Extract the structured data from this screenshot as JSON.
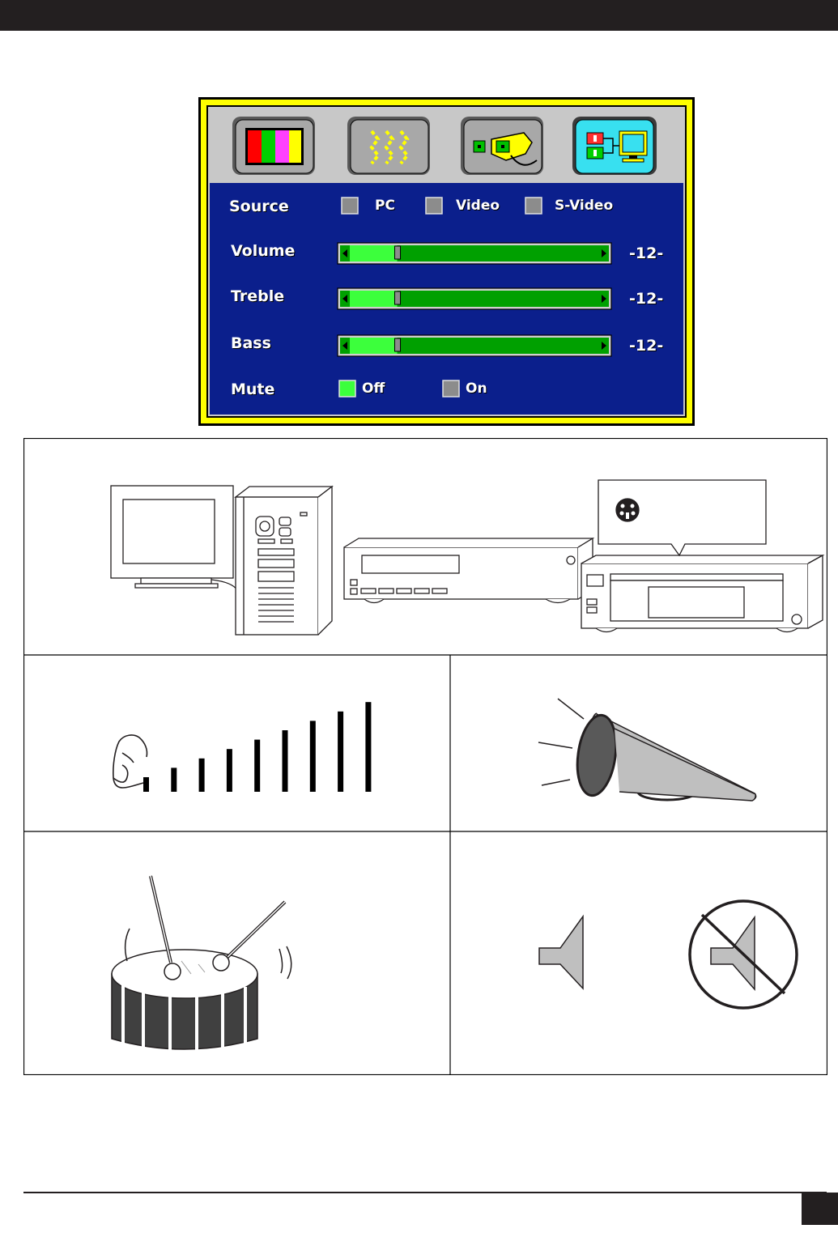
{
  "osd": {
    "source_label": "Source",
    "source_options": [
      "PC",
      "Video",
      "S-Video"
    ],
    "volume": {
      "label": "Volume",
      "value_text": "-12-",
      "level": 0.19
    },
    "treble": {
      "label": "Treble",
      "value_text": "-12-",
      "level": 0.19
    },
    "bass": {
      "label": "Bass",
      "value_text": "-12-",
      "level": 0.19
    },
    "mute": {
      "label": "Mute",
      "off_label": "Off",
      "on_label": "On",
      "selected": "Off"
    },
    "tabs": [
      "color-adjust-icon",
      "image-adjust-icon",
      "settings-tool-icon",
      "audio-source-icon"
    ],
    "active_tab": 3
  },
  "footer": {
    "page_number": ""
  },
  "colors": {
    "osd_frame": "#ffff00",
    "osd_panel": "#0b1f8c",
    "slider_track": "#00a000",
    "slider_fill": "#3cff3c",
    "tab_active": "#38e0f0",
    "page_bar": "#231f20"
  }
}
